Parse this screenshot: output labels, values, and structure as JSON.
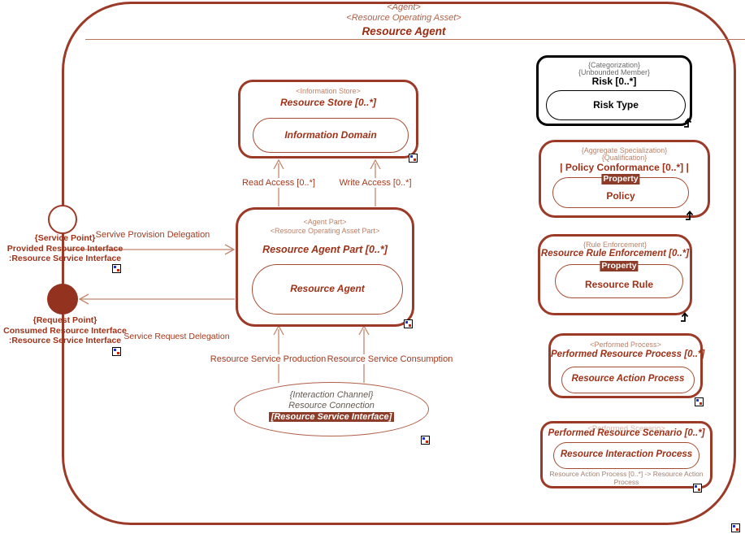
{
  "header": {
    "stereotype1": "<Agent>",
    "stereotype2": "<Resource Operating Asset>",
    "title": "Resource Agent"
  },
  "nodes": {
    "info_store": {
      "stereotype": "<Information Store>",
      "title": "Resource Store [0..*]",
      "inner": "Information Domain"
    },
    "agent_part": {
      "stereotype1": "<Agent Part>",
      "stereotype2": "<Resource Operating Asset Part>",
      "title": "Resource Agent Part [0..*]",
      "inner": "Resource Agent"
    },
    "interaction_channel": {
      "stereotype": "{Interaction Channel}",
      "title": "Resource Connection",
      "inner": "[Resource Service Interface]"
    },
    "risk": {
      "stereotype1": "{Categorization}",
      "stereotype2": "{Unbounded Member}",
      "title": "Risk [0..*]",
      "inner": "Risk Type"
    },
    "policy_conformance": {
      "stereotype1": "{Aggregate Specialization}",
      "stereotype2": "{Qualification}",
      "title": "| Policy Conformance [0..*] |",
      "property_label": "Property",
      "inner": "Policy"
    },
    "rule_enforcement": {
      "stereotype": "{Rule Enforcement}",
      "title": "Resource Rule Enforcement [0..*]",
      "property_label": "Property",
      "inner": "Resource Rule"
    },
    "performed_process": {
      "stereotype": "<Performed Process>",
      "title": "Performed Resource Process [0..*]",
      "inner": "Resource Action Process"
    },
    "performed_scenario": {
      "stereotype": "<Performed Scenario>",
      "title": "Performed Resource Scenario [0..*]",
      "inner": "Resource Interaction Process",
      "note": "Resource Action Process [0..*] -> Resource Action Process"
    }
  },
  "ports": {
    "service_point": {
      "label": "{Service Point}",
      "line1": "Provided Resource Interface",
      "line2": ":Resource Service Interface"
    },
    "request_point": {
      "label": "{Request Point}",
      "line1": "Consumed Resource Interface",
      "line2": ":Resource Service Interface"
    }
  },
  "edges": {
    "provision": "Servive Provision Delegation",
    "request": "Service Request Delegation",
    "read": "Read Access [0..*]",
    "write": "Write Access [0..*]",
    "production": "Resource Service Production",
    "consumption": "Resource Service Consumption"
  },
  "colors": {
    "primary": "#9C3A28",
    "text": "#9E3117",
    "stereotype_light": "#BE8066",
    "black_node": "#000000",
    "chip_background": "#8C3C28"
  }
}
